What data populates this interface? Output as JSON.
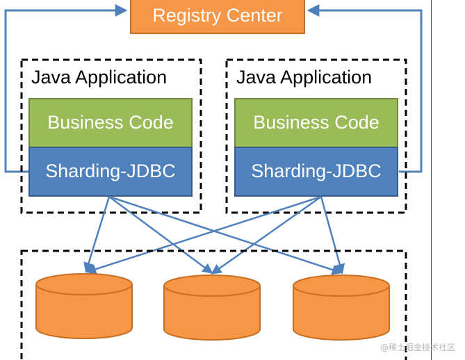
{
  "registry": {
    "label": "Registry Center"
  },
  "apps": [
    {
      "title": "Java Application",
      "business": "Business Code",
      "sharding": "Sharding-JDBC"
    },
    {
      "title": "Java Application",
      "business": "Business Code",
      "sharding": "Sharding-JDBC"
    }
  ],
  "databases": {
    "count": 3
  },
  "watermark": "@稀土掘金技术社区",
  "colors": {
    "registry_fill": "#f79646",
    "registry_stroke": "#c96f22",
    "business_fill": "#9bbb59",
    "business_stroke": "#71893f",
    "sharding_fill": "#4f81bd",
    "sharding_stroke": "#385d8a",
    "arrow": "#4f81bd",
    "db_fill": "#f79646",
    "db_stroke": "#c96f22"
  }
}
